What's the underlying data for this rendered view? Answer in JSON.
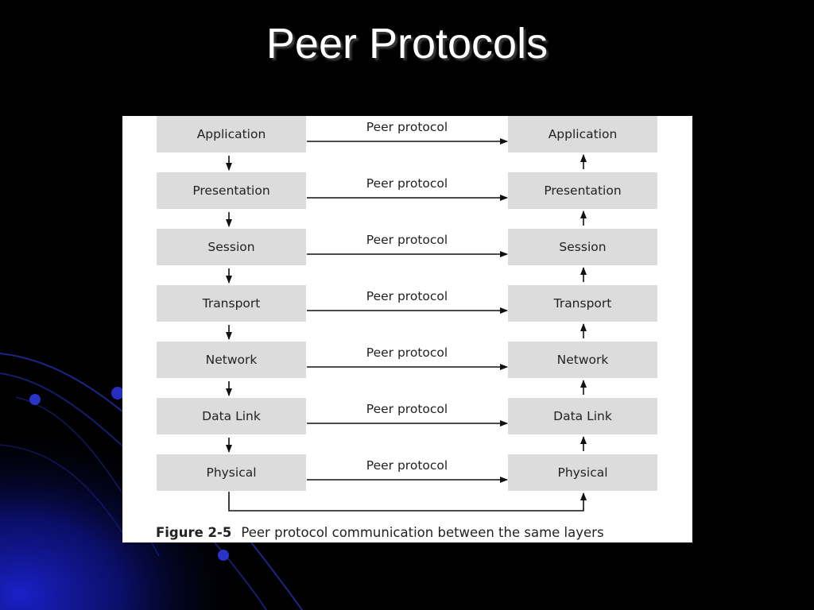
{
  "slide": {
    "title": "Peer Protocols"
  },
  "figure": {
    "left_layers": [
      "Application",
      "Presentation",
      "Session",
      "Transport",
      "Network",
      "Data Link",
      "Physical"
    ],
    "right_layers": [
      "Application",
      "Presentation",
      "Session",
      "Transport",
      "Network",
      "Data Link",
      "Physical"
    ],
    "peer_labels": [
      "Peer protocol",
      "Peer protocol",
      "Peer protocol",
      "Peer protocol",
      "Peer protocol",
      "Peer protocol",
      "Peer protocol"
    ],
    "caption_number": "Figure 2-5",
    "caption_text": "Peer protocol communication between the same layers"
  },
  "colors": {
    "slide_background": "#000000",
    "accent_blue": "#1a20c8",
    "layer_box_fill": "#dcdcdc",
    "figure_background": "#ffffff"
  }
}
